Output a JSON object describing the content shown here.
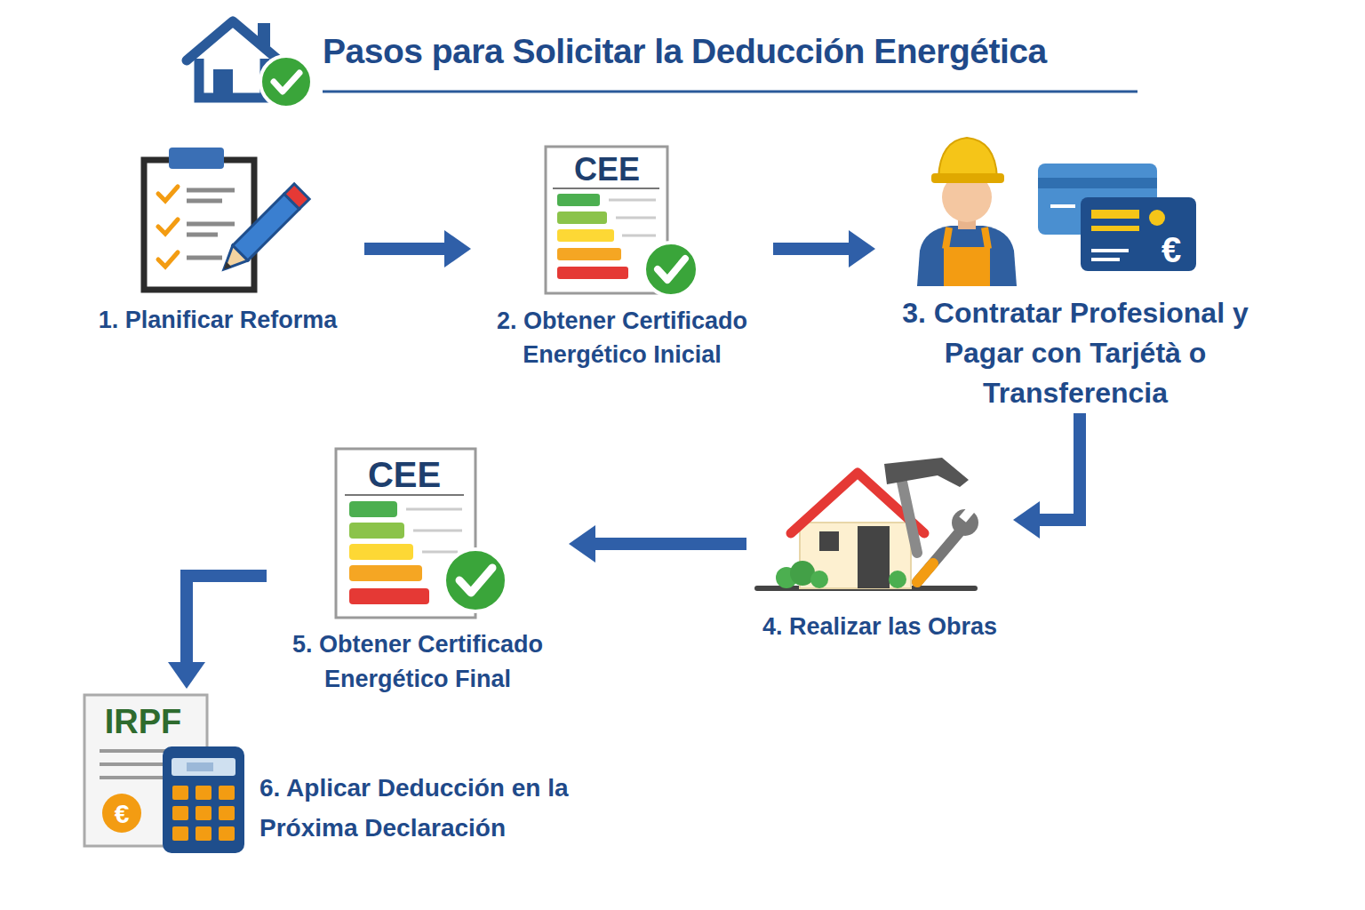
{
  "diagram": {
    "title": "Pasos para Solicitar la Deducción Energética",
    "nodes": [
      {
        "text": [
          "1. Planificar Reforma"
        ]
      },
      {
        "text": [
          "2. Obtener Certificado Energético Inicial"
        ]
      },
      {
        "text": [
          "3. Contratar Profesional y Pagar con Tarjétà o Transferencia"
        ]
      },
      {
        "text": [
          "4. Realizar las Obras"
        ]
      },
      {
        "text": [
          "5. Obtener Certificado Energético Final"
        ]
      },
      {
        "text": [
          "6. Aplicar Deducción en la Próxima Declaración"
        ]
      }
    ],
    "edges": [
      {
        "from": 0,
        "to": 1,
        "arrow": "to"
      },
      {
        "from": 1,
        "to": 2,
        "arrow": "to"
      },
      {
        "from": 2,
        "to": 3,
        "arrow": "to"
      },
      {
        "from": 3,
        "to": 4,
        "arrow": "to"
      },
      {
        "from": 4,
        "to": 5,
        "arrow": "to"
      }
    ],
    "labels": [
      "CEE",
      "€",
      "CEE",
      "IRPF",
      "€"
    ]
  }
}
